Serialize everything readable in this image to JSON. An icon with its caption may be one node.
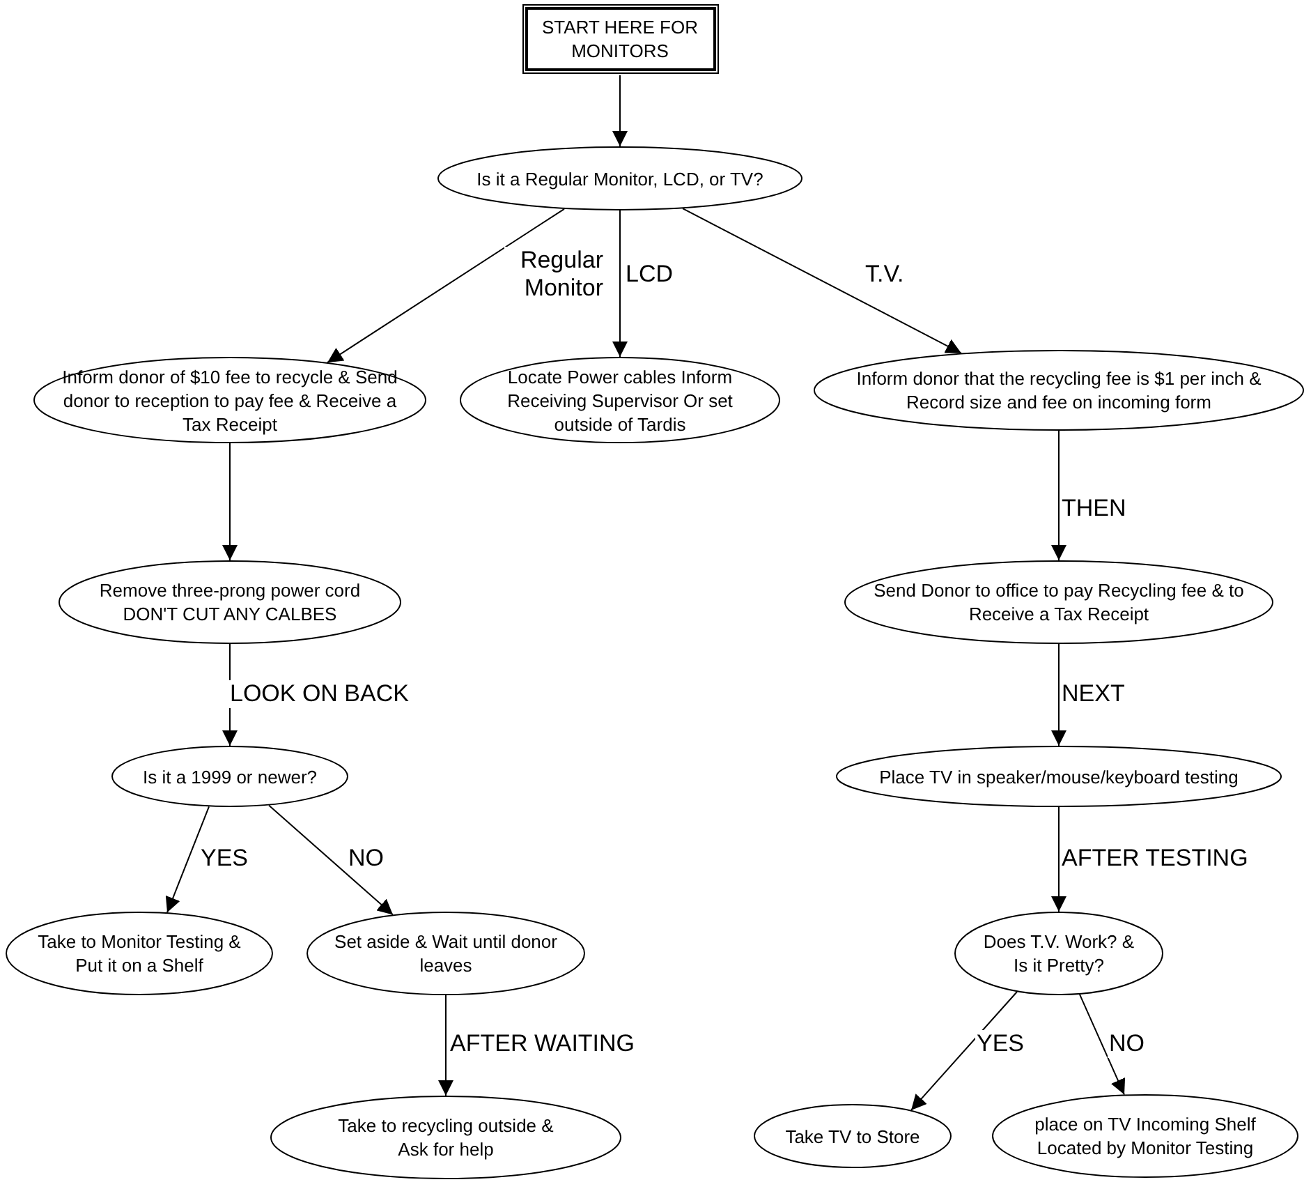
{
  "diagram": {
    "nodes": [
      {
        "text": [
          "START HERE FOR MONITORS"
        ]
      },
      {
        "text": [
          "Is it a Regular Monitor, LCD, or TV?"
        ]
      },
      {
        "text": [
          "Inform donor of $10 fee to recycle & Send donor to reception to pay fee & Receive a Tax Receipt"
        ]
      },
      {
        "text": [
          "Locate Power cables Inform Receiving Supervisor Or set outside of Tardis"
        ]
      },
      {
        "text": [
          "Inform donor that the recycling fee is $1 per inch & Record size and fee on incoming form"
        ]
      },
      {
        "text": [
          "Remove three-prong power cord DON'T CUT ANY CALBES"
        ]
      },
      {
        "text": [
          "Send Donor to office to pay Recycling fee & to Receive a Tax Receipt"
        ]
      },
      {
        "text": [
          "Is it a 1999 or newer?"
        ]
      },
      {
        "text": [
          "Place TV in speaker/mouse/keyboard testing"
        ]
      },
      {
        "text": [
          "Take to Monitor Testing & Put it on a Shelf"
        ]
      },
      {
        "text": [
          "Set aside & Wait until donor leaves"
        ]
      },
      {
        "text": [
          "Does T.V. Work? & Is it Pretty?"
        ]
      },
      {
        "text": [
          "Take to recycling outside & Ask for help"
        ]
      },
      {
        "text": [
          "Take TV to Store"
        ]
      },
      {
        "text": [
          "place on TV Incoming Shelf Located by Monitor Testing"
        ]
      }
    ],
    "edges": [
      {
        "from": 0,
        "to": 1,
        "arrow": "to"
      },
      {
        "from": 1,
        "to": 2,
        "arrow": "to",
        "label": "Regular Monitor"
      },
      {
        "from": 1,
        "to": 3,
        "arrow": "to",
        "label": "LCD"
      },
      {
        "from": 1,
        "to": 4,
        "arrow": "to",
        "label": "T.V."
      },
      {
        "from": 2,
        "to": 5,
        "arrow": "to"
      },
      {
        "from": 4,
        "to": 6,
        "arrow": "to",
        "label": "THEN"
      },
      {
        "from": 5,
        "to": 7,
        "arrow": "to",
        "label": "LOOK ON BACK"
      },
      {
        "from": 6,
        "to": 8,
        "arrow": "to",
        "label": "NEXT"
      },
      {
        "from": 7,
        "to": 9,
        "arrow": "to",
        "label": "YES"
      },
      {
        "from": 7,
        "to": 10,
        "arrow": "to",
        "label": "NO"
      },
      {
        "from": 8,
        "to": 11,
        "arrow": "to",
        "label": "AFTER TESTING"
      },
      {
        "from": 10,
        "to": 12,
        "arrow": "to",
        "label": "AFTER WAITING"
      },
      {
        "from": 11,
        "to": 13,
        "arrow": "to",
        "label": "YES"
      },
      {
        "from": 11,
        "to": 14,
        "arrow": "to",
        "label": "NO"
      }
    ]
  }
}
